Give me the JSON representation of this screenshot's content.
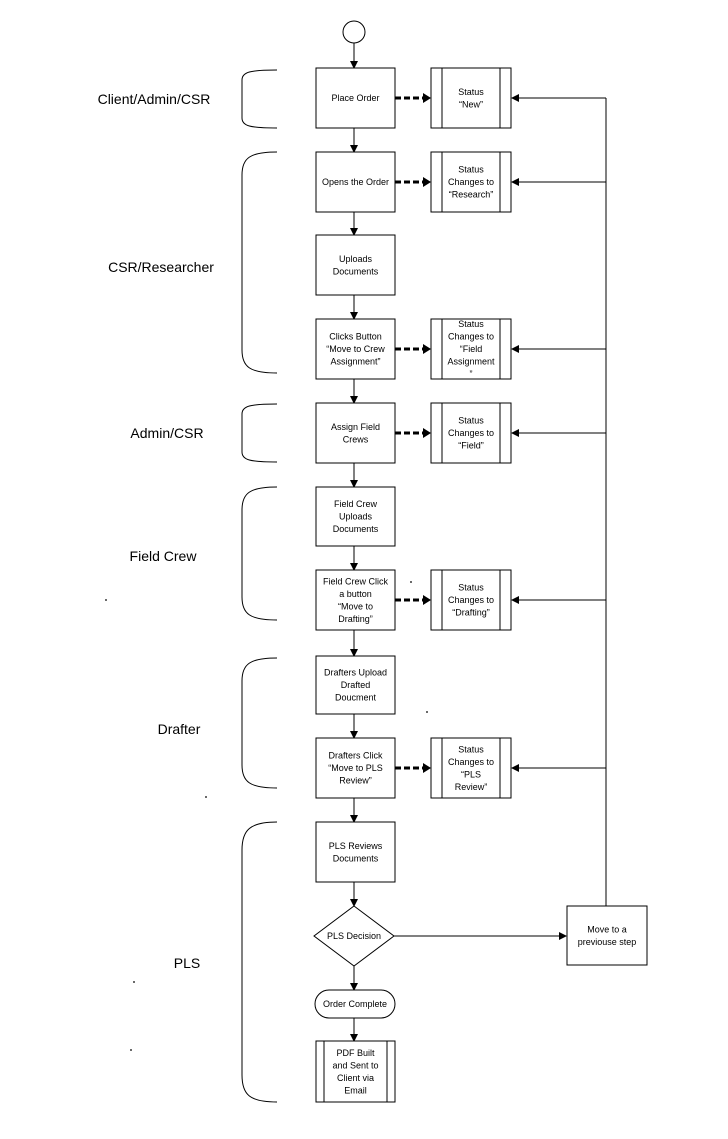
{
  "lanes": [
    {
      "id": "client",
      "label": "Client/Admin/CSR"
    },
    {
      "id": "researcher",
      "label": "CSR/Researcher"
    },
    {
      "id": "admin",
      "label": "Admin/CSR"
    },
    {
      "id": "fieldcrew",
      "label": "Field Crew"
    },
    {
      "id": "drafter",
      "label": "Drafter"
    },
    {
      "id": "pls",
      "label": "PLS"
    }
  ],
  "steps": [
    {
      "id": "place",
      "lines": [
        "Place Order"
      ]
    },
    {
      "id": "opens",
      "lines": [
        "Opens the Order"
      ]
    },
    {
      "id": "uploads",
      "lines": [
        "Uploads",
        "Documents"
      ]
    },
    {
      "id": "clicks",
      "lines": [
        "Clicks Button",
        "“Move to Crew",
        "Assignment”"
      ]
    },
    {
      "id": "assign",
      "lines": [
        "Assign Field",
        "Crews"
      ]
    },
    {
      "id": "fcupload",
      "lines": [
        "Field Crew",
        "Uploads",
        "Documents"
      ]
    },
    {
      "id": "fcclick",
      "lines": [
        "Field Crew Click",
        "a button",
        "“Move to",
        "Drafting”"
      ]
    },
    {
      "id": "dupload",
      "lines": [
        "Drafters Upload",
        "Drafted",
        "Doucment"
      ]
    },
    {
      "id": "dclick",
      "lines": [
        "Drafters Click",
        "“Move to PLS",
        "Review”"
      ]
    },
    {
      "id": "plsreview",
      "lines": [
        "PLS Reviews",
        "Documents"
      ]
    },
    {
      "id": "decision",
      "lines": [
        "PLS Decision"
      ]
    },
    {
      "id": "complete",
      "lines": [
        "Order Complete"
      ]
    },
    {
      "id": "pdf",
      "lines": [
        "PDF Built",
        "and Sent to",
        "Client via",
        "Email"
      ]
    },
    {
      "id": "moveprev",
      "lines": [
        "Move to a",
        "previouse step"
      ]
    }
  ],
  "statuses": [
    {
      "id": "s_new",
      "lines": [
        "Status",
        "“New”"
      ]
    },
    {
      "id": "s_research",
      "lines": [
        "Status",
        "Changes to",
        "“Research”"
      ]
    },
    {
      "id": "s_fieldassign",
      "lines": [
        "Status",
        "Changes to",
        "“Field",
        "Assignment",
        "”"
      ]
    },
    {
      "id": "s_field",
      "lines": [
        "Status",
        "Changes to",
        "“Field”"
      ]
    },
    {
      "id": "s_drafting",
      "lines": [
        "Status",
        "Changes to",
        "“Drafting”"
      ]
    },
    {
      "id": "s_plsreview",
      "lines": [
        "Status",
        "Changes to",
        "“PLS",
        "Review”"
      ]
    }
  ]
}
